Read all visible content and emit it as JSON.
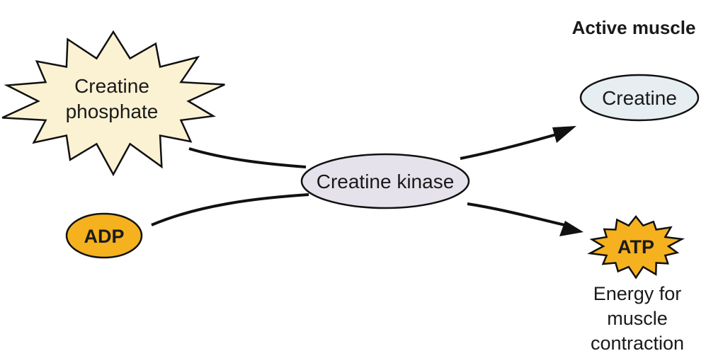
{
  "title": "Active muscle",
  "nodes": {
    "creatine_phosphate": {
      "line1": "Creatine",
      "line2": "phosphate"
    },
    "adp": {
      "label": "ADP"
    },
    "creatine_kinase": {
      "label": "Creatine kinase"
    },
    "creatine": {
      "label": "Creatine"
    },
    "atp": {
      "label": "ATP"
    }
  },
  "energy_note": {
    "line1": "Energy for",
    "line2": "muscle",
    "line3": "contraction"
  },
  "colors": {
    "starburst_fill": "#fbf2d4",
    "adp_fill": "#f5b21e",
    "atp_fill": "#f5b21e",
    "kinase_fill": "#e6e2ec",
    "creatine_fill": "#e6eef1",
    "stroke": "#111111"
  }
}
